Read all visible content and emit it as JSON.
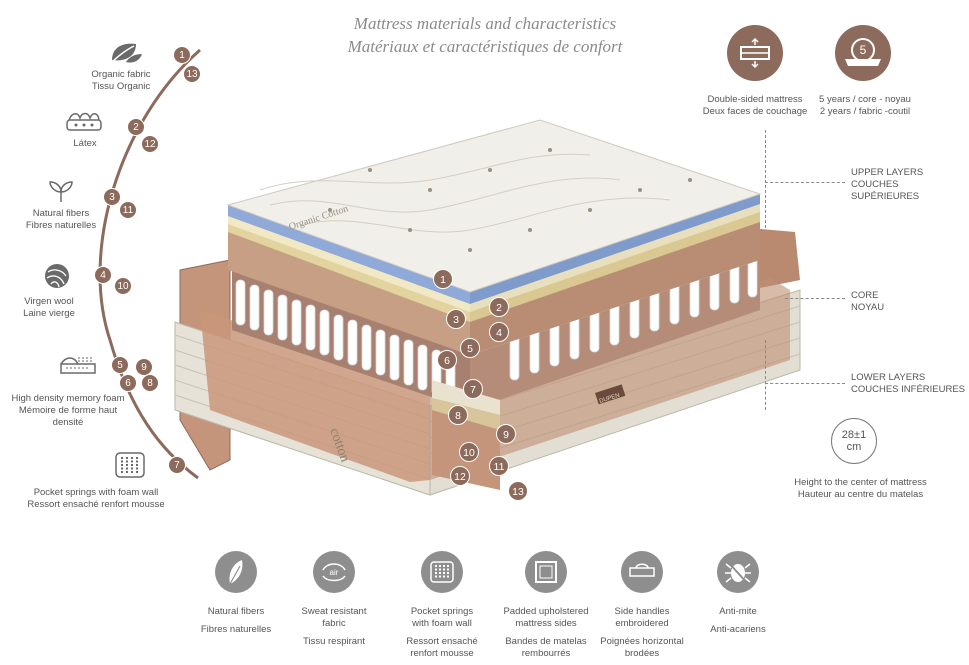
{
  "title": {
    "line1": "Mattress materials and characteristics",
    "line2": "Matériaux et caractéristiques de confort"
  },
  "left_features": [
    {
      "icon": "leaf-icon",
      "line1": "Organic fabric",
      "line2": "Tissu Organic"
    },
    {
      "icon": "latex-icon",
      "line1": "Látex",
      "line2": ""
    },
    {
      "icon": "sprout-icon",
      "line1": "Natural fibers",
      "line2": "Fibres naturelles"
    },
    {
      "icon": "wool-icon",
      "line1": "Virgen wool",
      "line2": "Laine vierge"
    },
    {
      "icon": "memory-foam-icon",
      "line1": "High density memory foam",
      "line2": "Mémoire de forme haut",
      "line3": "densité"
    },
    {
      "icon": "pocket-springs-icon",
      "line1": "Pocket springs with foam wall",
      "line2": "Ressort ensaché renfort mousse"
    }
  ],
  "curve_numbers": [
    "1",
    "13",
    "2",
    "12",
    "3",
    "11",
    "4",
    "10",
    "5",
    "9",
    "6",
    "8",
    "7"
  ],
  "layer_numbers": [
    "1",
    "2",
    "3",
    "4",
    "5",
    "6",
    "7",
    "8",
    "9",
    "10",
    "11",
    "12",
    "13"
  ],
  "top_badges": [
    {
      "icon": "double-sided-icon",
      "line1": "Double-sided mattress",
      "line2": "Deux faces de couchage"
    },
    {
      "icon": "warranty-icon",
      "value": "5",
      "line1": "5 years / core - noyau",
      "line2": "2 years / fabric -coutil"
    }
  ],
  "side_labels": {
    "upper": {
      "line1": "UPPER LAYERS",
      "line2": "COUCHES SUPÉRIEURES"
    },
    "core": {
      "line1": "CORE",
      "line2": "NOYAU"
    },
    "lower": {
      "line1": "LOWER LAYERS",
      "line2": "COUCHES INFÉRIEURES"
    }
  },
  "height": {
    "value": "28±1",
    "unit": "cm",
    "line1": "Height to the center of mattress",
    "line2": "Hauteur au centre du matelas"
  },
  "mattress_text": {
    "top_print": "Organic Cotton",
    "side_print": "cotton",
    "side_label": "DUPEN"
  },
  "bottom_features": [
    {
      "icon": "feather-icon",
      "line1": "Natural fibers",
      "line2": "Fibres naturelles"
    },
    {
      "icon": "air-icon",
      "icon_text": "air",
      "line1": "Sweat resistant",
      "line1b": "fabric",
      "line2": "Tissu respirant"
    },
    {
      "icon": "pocket-springs-icon",
      "line1": "Pocket springs",
      "line1b": "with foam wall",
      "line2": "Ressort ensaché",
      "line2b": "renfort mousse"
    },
    {
      "icon": "upholstered-sides-icon",
      "line1": "Padded upholstered",
      "line1b": "mattress sides",
      "line2": "Bandes de matelas",
      "line2b": "rembourrés"
    },
    {
      "icon": "side-handle-icon",
      "line1": "Side handles",
      "line1b": "embroidered",
      "line2": "Poignées horizontal",
      "line2b": "brodées"
    },
    {
      "icon": "anti-mite-icon",
      "line1": "Anti-mite",
      "line2": "Anti-acariens"
    }
  ],
  "colors": {
    "brown": "#8c6a5c",
    "gray_icon": "#8e8e8e",
    "fabric": "#ece9e2",
    "tan": "#c79f85"
  }
}
